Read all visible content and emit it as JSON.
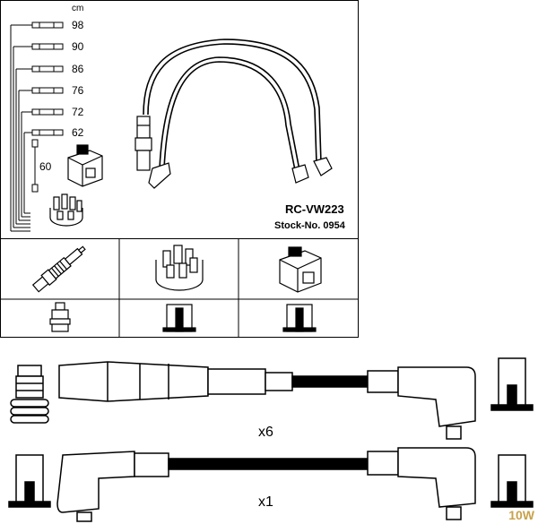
{
  "header": {
    "unit": "cm",
    "lengths": [
      "98",
      "90",
      "86",
      "76",
      "72",
      "62",
      "60"
    ],
    "set_code": "RC-VW223",
    "stock_number": "Stock-No. 0954"
  },
  "multipliers": {
    "upper_cable": "x6",
    "lower_cable": "x1"
  },
  "watermark": "10W"
}
